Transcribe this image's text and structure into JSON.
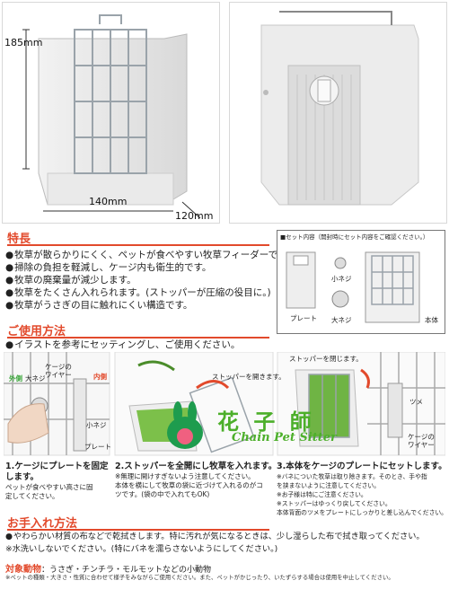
{
  "dimensions": {
    "height": "185mm",
    "width": "140mm",
    "depth": "120mm"
  },
  "features": {
    "title": "特長",
    "items": [
      "牧草が散らかりにくく、ペットが食べやすい牧草フィーダーです。",
      "掃除の負担を軽減し、ケージ内も衛生的です。",
      "牧草の廃棄量が減少します。",
      "牧草をたくさん入れられます。(ストッパーが圧縮の役目に。)",
      "牧草がうさぎの目に触れにくい構造です。"
    ]
  },
  "set_contents": {
    "title": "■セット内容（開封時にセット内容をご確認ください。）",
    "plate": "プレート",
    "small_screw": "小ネジ",
    "large_screw": "大ネジ",
    "body": "本体"
  },
  "usage": {
    "title": "ご使用方法",
    "intro": "イラストを参考にセッティングし、ご使用ください。",
    "labels": {
      "outside": "外側",
      "large_screw": "大ネジ",
      "cage_wire": "ケージの ワイヤー",
      "inside": "内側",
      "small_screw": "小ネジ",
      "plate": "プレート",
      "open_stopper": "ストッパーを開きます。",
      "close_stopper": "ストッパーを閉じます。",
      "hook": "ツメ",
      "cage_wire2": "ケージの ワイヤー"
    },
    "steps": [
      {
        "title": "1.ケージにプレートを固定します。",
        "notes": [
          "ペットが食べやすい高さに固",
          "定してください。"
        ]
      },
      {
        "title": "2.ストッパーを全開にし牧草を入れます。",
        "notes": [
          "※無理に開けすぎないよう注意してください。",
          "本体を横にして牧草の袋に近づけて入れるのがコ",
          "ツです。(袋の中で入れてもOK)"
        ]
      },
      {
        "title": "3.本体をケージのプレートにセットします。",
        "notes": [
          "※バネについた牧草は取り除きます。そのとき、手や指",
          "を挟まないように注意してください。",
          "※お子様は特にご注意ください。",
          "※ストッパーはゆっくり戻してください。",
          "本体背面のツメをプレートにしっかりと差し込んでください。"
        ]
      }
    ]
  },
  "care": {
    "title": "お手入れ方法",
    "items": [
      "やわらかい材質の布などで乾拭きします。特に汚れが気になるときは、少し湿らした布で拭き取ってください。",
      "水洗いしないでください。(特にバネを濡らさないようにしてください。)"
    ]
  },
  "target": {
    "title": "対象動物",
    "text": "：うさぎ・チンチラ・モルモットなどの小動物",
    "note": "※ペットの種類・大きさ・性質に合わせて様子をみながらご使用ください。また、ペットがかじったり、いたずらする場合は使用を中止してください。"
  },
  "watermark": {
    "cn": "花 子 師",
    "en": "Chain Pet Sitter"
  },
  "colors": {
    "accent": "#e24a2c",
    "green": "#3aa63a"
  }
}
